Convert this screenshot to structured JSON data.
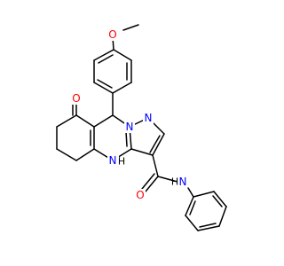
{
  "structure": {
    "atoms": {
      "methoxy_o": "O",
      "ketone_o": "O",
      "n_ring_a": "N",
      "n_ring_b": "N",
      "nh_ring_n": "N",
      "nh_ring_h": "H",
      "amide_o": "O",
      "amide_n": "N",
      "amide_h": "H"
    },
    "colors": {
      "bond": "#000000",
      "oxygen": "#ff0000",
      "nitrogen": "#0000ff",
      "hydrogen": "#000000"
    }
  }
}
